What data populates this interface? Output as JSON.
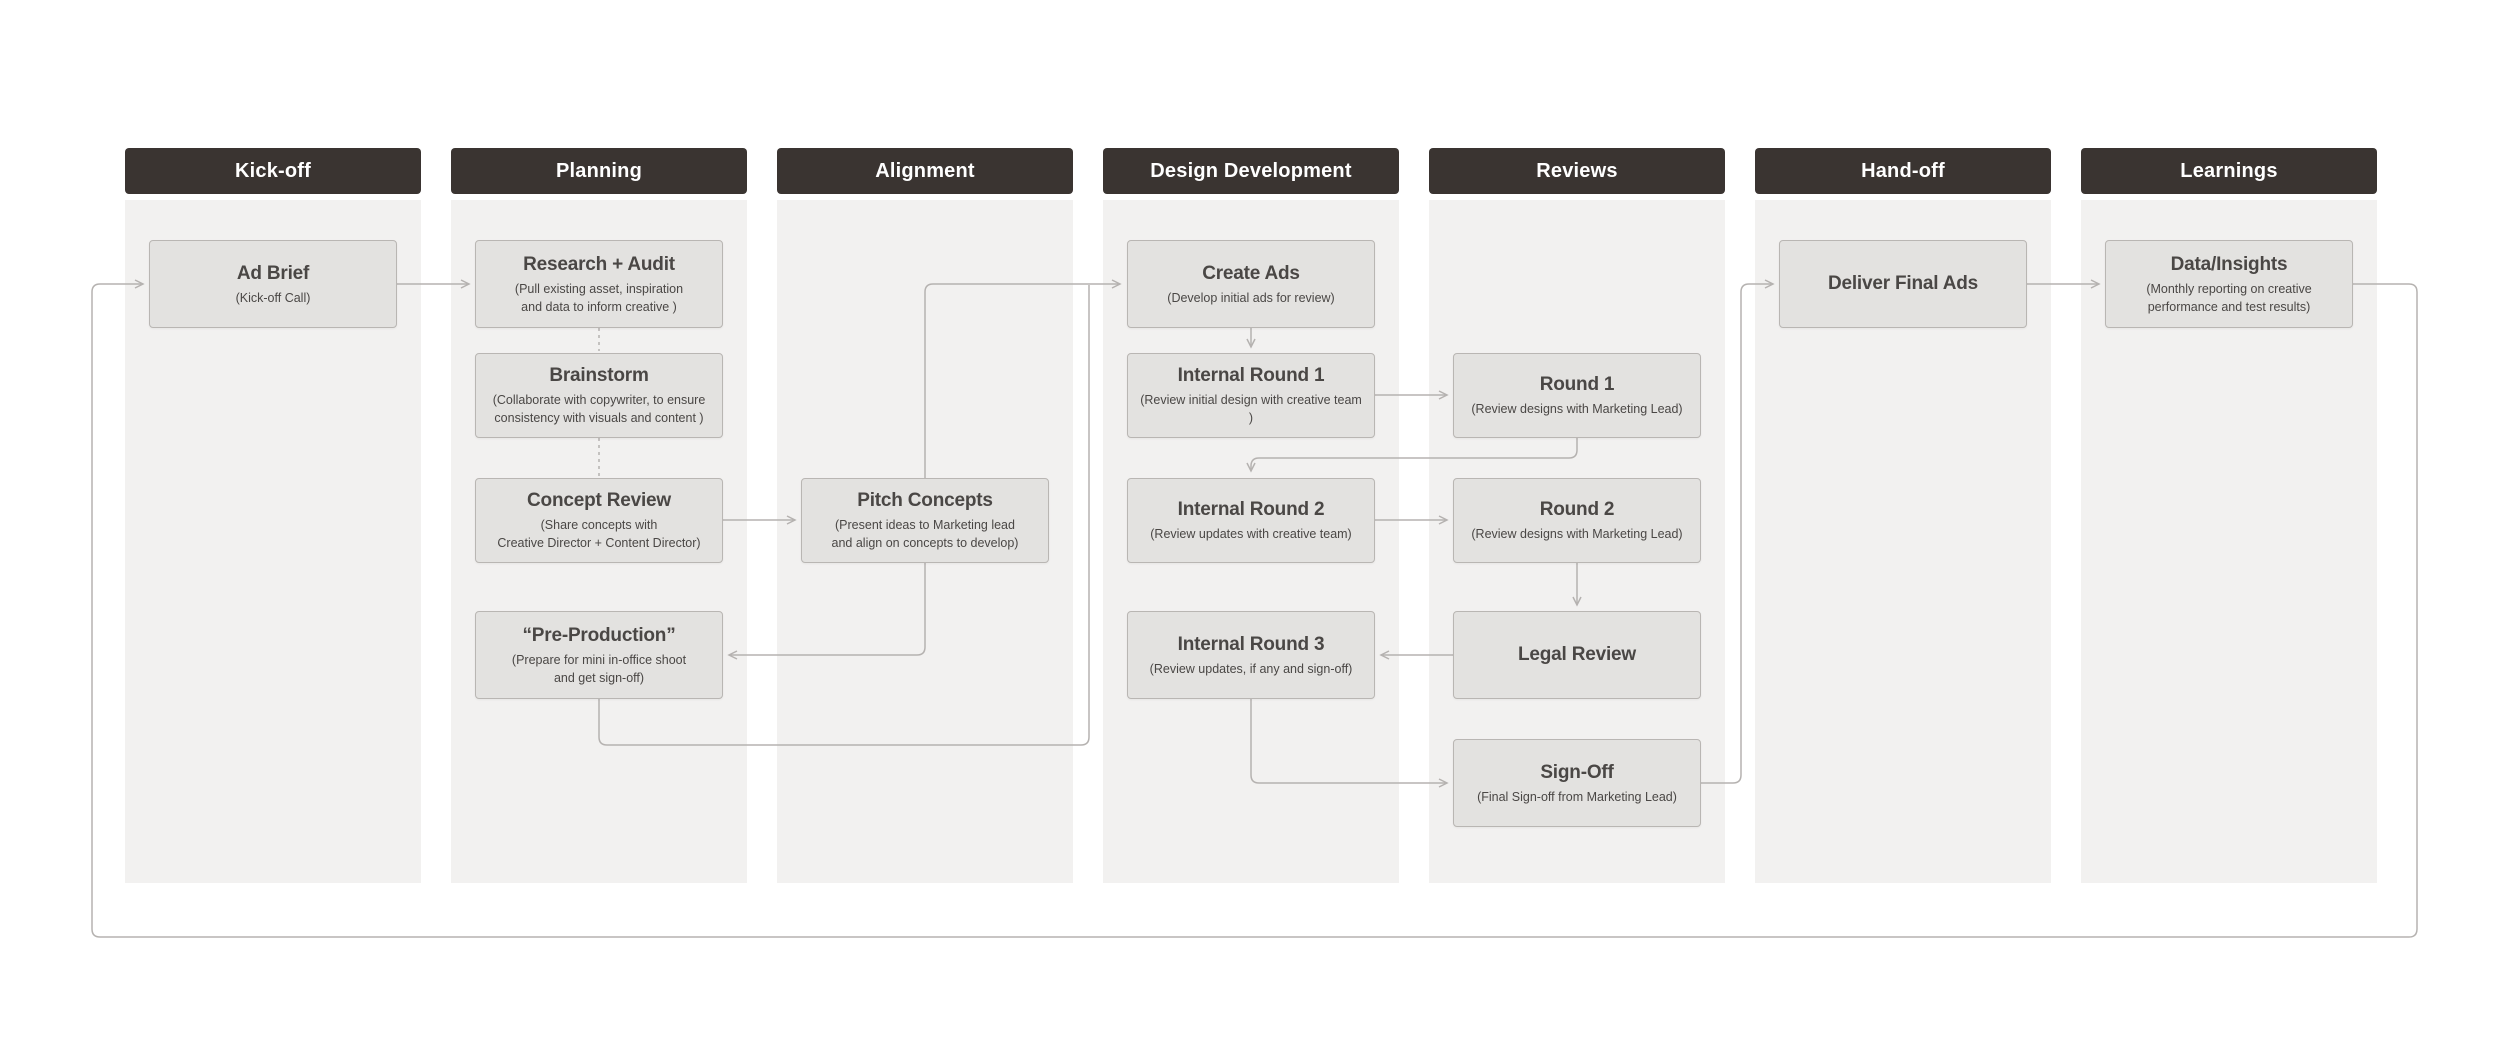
{
  "page": {
    "background": "#ffffff"
  },
  "diagram": {
    "colors": {
      "page_bg": "#ffffff",
      "column_bg": "#f2f1f0",
      "header_bg": "#3a3431",
      "header_text": "#ffffff",
      "node_bg": "#e3e2e0",
      "node_border": "#b9b6b3",
      "node_text": "#4a4745",
      "connector": "#b5b2b0"
    },
    "columns": [
      {
        "id": "kickoff",
        "label": "Kick-off"
      },
      {
        "id": "planning",
        "label": "Planning"
      },
      {
        "id": "alignment",
        "label": "Alignment"
      },
      {
        "id": "design-development",
        "label": "Design Development"
      },
      {
        "id": "reviews",
        "label": "Reviews"
      },
      {
        "id": "handoff",
        "label": "Hand-off"
      },
      {
        "id": "learnings",
        "label": "Learnings"
      }
    ],
    "nodes": [
      {
        "id": "ad-brief",
        "col": 0,
        "row": "A",
        "title": "Ad Brief",
        "subtitle": "(Kick-off Call)"
      },
      {
        "id": "research-audit",
        "col": 1,
        "row": "A",
        "title": "Research + Audit",
        "subtitle": "(Pull existing asset, inspiration\nand data to inform creative )"
      },
      {
        "id": "brainstorm",
        "col": 1,
        "row": "B",
        "title": "Brainstorm",
        "subtitle": "(Collaborate with copywriter, to ensure\nconsistency with visuals and content )"
      },
      {
        "id": "concept-review",
        "col": 1,
        "row": "C",
        "title": "Concept Review",
        "subtitle": "(Share concepts with\nCreative Director + Content Director)"
      },
      {
        "id": "pre-production",
        "col": 1,
        "row": "D",
        "title": "“Pre-Production”",
        "subtitle": "(Prepare for mini in-office shoot\nand get sign-off)"
      },
      {
        "id": "pitch-concepts",
        "col": 2,
        "row": "C",
        "title": "Pitch Concepts",
        "subtitle": "(Present ideas to Marketing lead\nand align on concepts to develop)"
      },
      {
        "id": "create-ads",
        "col": 3,
        "row": "A",
        "title": "Create Ads",
        "subtitle": "(Develop initial ads for review)"
      },
      {
        "id": "internal-round-1",
        "col": 3,
        "row": "B",
        "title": "Internal Round 1",
        "subtitle": "(Review initial design with creative team )"
      },
      {
        "id": "internal-round-2",
        "col": 3,
        "row": "C",
        "title": "Internal Round 2",
        "subtitle": "(Review updates with creative team)"
      },
      {
        "id": "internal-round-3",
        "col": 3,
        "row": "D",
        "title": "Internal Round 3",
        "subtitle": "(Review updates, if any and sign-off)"
      },
      {
        "id": "round-1",
        "col": 4,
        "row": "B",
        "title": "Round 1",
        "subtitle": "(Review designs with Marketing Lead)"
      },
      {
        "id": "round-2",
        "col": 4,
        "row": "C",
        "title": "Round 2",
        "subtitle": "(Review designs with Marketing Lead)"
      },
      {
        "id": "legal-review",
        "col": 4,
        "row": "D",
        "title": "Legal Review",
        "subtitle": ""
      },
      {
        "id": "sign-off",
        "col": 4,
        "row": "E",
        "title": "Sign-Off",
        "subtitle": "(Final Sign-off from Marketing Lead)"
      },
      {
        "id": "deliver-final-ads",
        "col": 5,
        "row": "A",
        "title": "Deliver Final Ads",
        "subtitle": ""
      },
      {
        "id": "data-insights",
        "col": 6,
        "row": "A",
        "title": "Data/Insights",
        "subtitle": "(Monthly reporting on creative\nperformance and test results)"
      }
    ],
    "edges": [
      {
        "id": "e1",
        "from": "data-insights",
        "to": "ad-brief",
        "style": "solid",
        "arrow": true
      },
      {
        "id": "e2",
        "from": "ad-brief",
        "to": "research-audit",
        "style": "solid",
        "arrow": true
      },
      {
        "id": "e3",
        "from": "research-audit",
        "to": "brainstorm",
        "style": "dashed",
        "arrow": false
      },
      {
        "id": "e4",
        "from": "brainstorm",
        "to": "concept-review",
        "style": "dashed",
        "arrow": false
      },
      {
        "id": "e5",
        "from": "concept-review",
        "to": "pitch-concepts",
        "style": "solid",
        "arrow": true
      },
      {
        "id": "e6",
        "from": "pitch-concepts",
        "to": "create-ads",
        "style": "solid",
        "arrow": true
      },
      {
        "id": "e7",
        "from": "pre-production",
        "to": "create-ads",
        "style": "solid",
        "arrow": false
      },
      {
        "id": "e8",
        "from": "pitch-concepts",
        "to": "pre-production",
        "style": "solid",
        "arrow": true
      },
      {
        "id": "e9",
        "from": "create-ads",
        "to": "internal-round-1",
        "style": "solid",
        "arrow": true
      },
      {
        "id": "e10",
        "from": "internal-round-1",
        "to": "round-1",
        "style": "solid",
        "arrow": true
      },
      {
        "id": "e11",
        "from": "round-1",
        "to": "internal-round-2",
        "style": "solid",
        "arrow": true
      },
      {
        "id": "e12",
        "from": "internal-round-2",
        "to": "round-2",
        "style": "solid",
        "arrow": true
      },
      {
        "id": "e13",
        "from": "round-2",
        "to": "legal-review",
        "style": "solid",
        "arrow": true
      },
      {
        "id": "e14",
        "from": "legal-review",
        "to": "internal-round-3",
        "style": "solid",
        "arrow": true
      },
      {
        "id": "e15",
        "from": "internal-round-3",
        "to": "sign-off",
        "style": "solid",
        "arrow": true
      },
      {
        "id": "e16",
        "from": "sign-off",
        "to": "deliver-final-ads",
        "style": "solid",
        "arrow": true
      },
      {
        "id": "e17",
        "from": "deliver-final-ads",
        "to": "data-insights",
        "style": "solid",
        "arrow": true
      }
    ]
  }
}
